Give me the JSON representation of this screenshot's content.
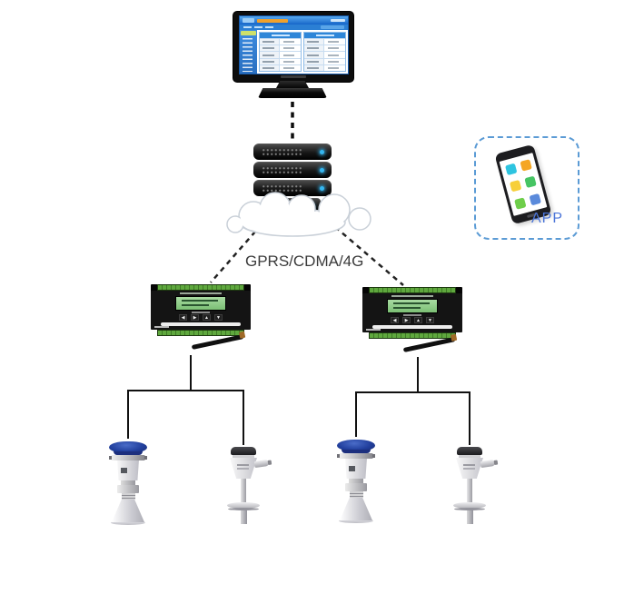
{
  "labels": {
    "network": "GPRS/CDMA/4G",
    "app": "APP"
  },
  "rtu": {
    "button_glyphs": [
      "◀",
      "▶",
      "▲",
      "▼"
    ]
  },
  "icons": {
    "monitor": "desktop-monitor",
    "server": "server-stack",
    "cloud": "network-cloud",
    "smartphone": "smartphone",
    "rtu": "rtu-data-logger",
    "antenna": "wireless-antenna",
    "ultrasonic_sensor": "ultrasonic-level-sensor",
    "temperature_sensor": "temperature-transmitter"
  },
  "colors": {
    "screen_blue": "#2b7fd4",
    "lcd_green": "#8fd08a",
    "terminal_green": "#5fa83e",
    "server_led_blue": "#35b6f0",
    "sensor_cap_blue": "#22409e",
    "app_border_blue": "#5b9bd5",
    "app_text_blue": "#4a74d8",
    "connector_black": "#1a1a1a"
  }
}
